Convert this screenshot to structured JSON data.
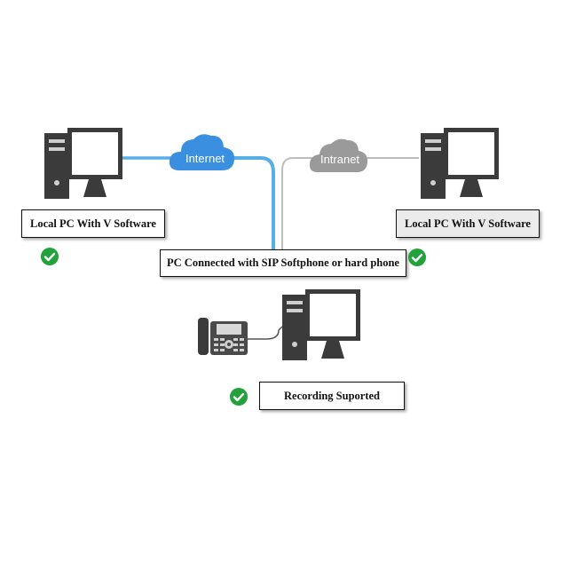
{
  "nodes": {
    "left_pc_label": "Local PC With V Software",
    "right_pc_label": "Local PC With V Software",
    "center_pc_label": "PC Connected with SIP Softphone or hard phone",
    "recording_label": "Recording Suported"
  },
  "clouds": {
    "internet": "Internet",
    "intranet": "Intranet"
  },
  "colors": {
    "internet_blue": "#3a8fe0",
    "wire_blue": "#5aaee8",
    "intranet_grey": "#9a9a9a",
    "pc_dark": "#3b3b3b",
    "check_green": "#22a23a"
  },
  "icons": {
    "computer": "desktop-computer-icon",
    "phone": "desk-phone-icon",
    "check": "check-circle-icon",
    "cloud": "cloud-icon"
  }
}
